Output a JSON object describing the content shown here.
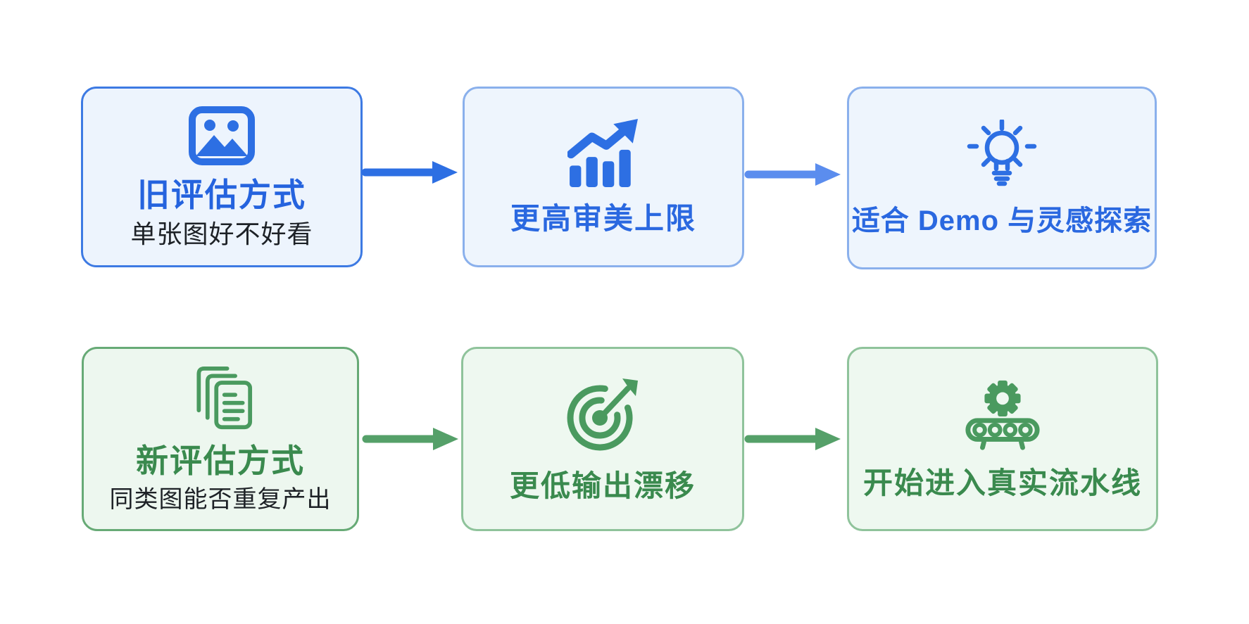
{
  "diagram": {
    "rows": [
      {
        "id": "old-evaluation-flow",
        "cards": [
          {
            "icon": "image-icon",
            "title": "旧评估方式",
            "subtitle": "单张图好不好看"
          },
          {
            "icon": "chart-up-icon",
            "label": "更高审美上限"
          },
          {
            "icon": "lightbulb-icon",
            "label": "适合 Demo 与灵感探索"
          }
        ],
        "arrows": [
          {
            "icon": "right-arrow-icon",
            "color": "#2d6fe3"
          },
          {
            "icon": "right-arrow-icon",
            "color": "#5b8dee"
          }
        ]
      },
      {
        "id": "new-evaluation-flow",
        "cards": [
          {
            "icon": "documents-icon",
            "title": "新评估方式",
            "subtitle": "同类图能否重复产出"
          },
          {
            "icon": "target-icon",
            "label": "更低输出漂移"
          },
          {
            "icon": "pipeline-icon",
            "label": "开始进入真实流水线"
          }
        ],
        "arrows": [
          {
            "icon": "right-arrow-icon",
            "color": "#55a069"
          },
          {
            "icon": "right-arrow-icon",
            "color": "#55a069"
          }
        ]
      }
    ],
    "colors": {
      "background": "#ffffff",
      "blue_accent": "#2d6fe3",
      "blue_arrow_light": "#5b8dee",
      "blue_border_strong": "#3d7ae3",
      "blue_border_light": "#8ab0ec",
      "blue_fill": "#edf4fd",
      "blue_text": "#2563de",
      "green_accent": "#4a9a5f",
      "green_arrow": "#55a069",
      "green_border_strong": "#67aa76",
      "green_border_light": "#8fc39b",
      "green_fill": "#edf7ef",
      "green_text": "#3a8a4e",
      "subtitle_text": "#1d2126"
    }
  }
}
